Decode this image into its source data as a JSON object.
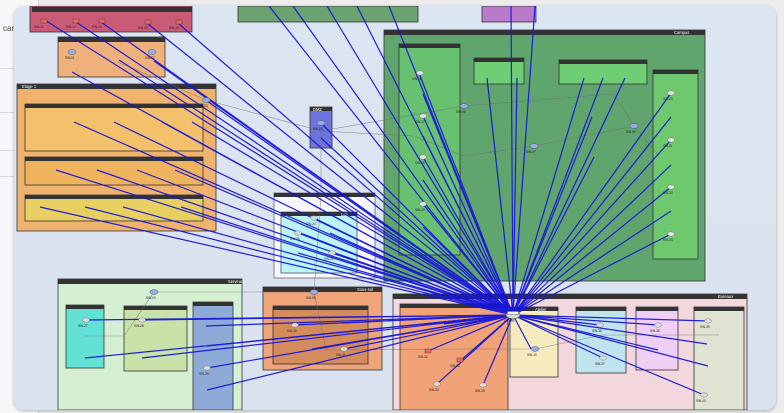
{
  "left_label": "car",
  "diagram": {
    "top_label_right": "",
    "group_labels": {
      "right_large": "Campus",
      "bottom_pink": "Bureaux",
      "bottom_left": "Serveurs",
      "center_small": "DMZ",
      "left_orange": "Etage 1",
      "center_light": "Lab",
      "bottom_orange": "Sous-sol",
      "bottom_tan": "Atelier"
    },
    "node_labels": {
      "hub": "CORE",
      "a1": "SW-01",
      "a2": "SW-02",
      "a3": "SW-03",
      "a4": "SW-04",
      "a5": "SW-05",
      "a6": "SW-06",
      "a7": "SW-07",
      "a8": "SW-08",
      "a9": "SW-09",
      "a10": "SW-10",
      "a11": "SW-11",
      "a12": "SW-12",
      "a13": "SW-13",
      "a14": "SW-14",
      "a15": "SW-15",
      "a16": "SW-16",
      "a17": "SW-17",
      "a18": "SW-18",
      "a19": "SW-19",
      "a20": "SW-20",
      "a21": "SW-21",
      "a22": "SW-22",
      "a23": "SW-23",
      "a24": "SW-24",
      "a25": "SW-25",
      "a26": "SW-26",
      "a27": "SW-27",
      "a28": "SW-28",
      "a29": "SW-29",
      "a30": "SW-30",
      "a31": "SW-31",
      "a32": "SW-32",
      "a33": "SW-33",
      "a34": "SW-34",
      "a35": "SW-35",
      "a36": "SW-36",
      "a37": "SW-37",
      "a38": "SW-38",
      "a39": "SW-39",
      "a40": "SW-40"
    }
  }
}
